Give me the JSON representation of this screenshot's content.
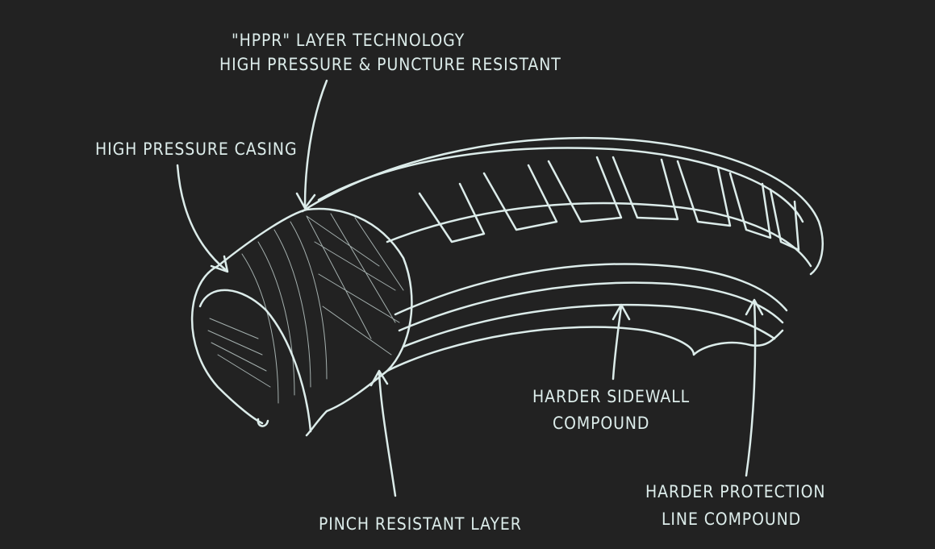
{
  "colors": {
    "background": "#222222",
    "line": "#dcecea"
  },
  "labels": {
    "hppr_title": "\"HPPR\" LAYER TECHNOLOGY",
    "hppr_sub": "HIGH PRESSURE & PUNCTURE RESISTANT",
    "casing": "HIGH PRESSURE CASING",
    "sidewall_1": "HARDER SIDEWALL",
    "sidewall_2": "COMPOUND",
    "protection_1": "HARDER PROTECTION",
    "protection_2": "LINE COMPOUND",
    "pinch": "PINCH RESISTANT LAYER"
  }
}
